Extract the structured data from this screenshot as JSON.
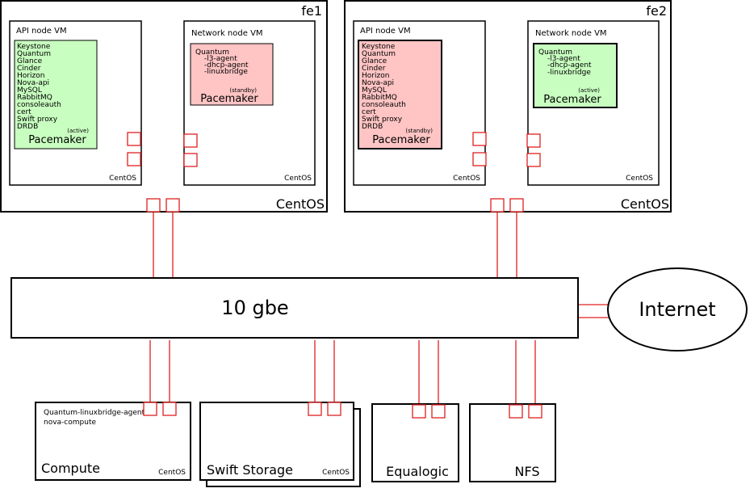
{
  "colors": {
    "active": "#c8ffc0",
    "standby": "#ffc4c4",
    "wire": "#e02020"
  },
  "fe1": {
    "title": "fe1",
    "os": "CentOS",
    "api_vm": {
      "title": "API node VM",
      "os": "CentOS",
      "services": [
        "Keystone",
        "Quantum",
        "Glance",
        "Cinder",
        "Horizon",
        "Nova-api",
        "MySQL",
        "RabbitMQ",
        "consoleauth",
        "cert",
        "Swift proxy",
        "DRDB"
      ],
      "state": "(active)",
      "pacemaker": "Pacemaker"
    },
    "net_vm": {
      "title": "Network node VM",
      "os": "CentOS",
      "services": [
        "Quantum",
        "-l3-agent",
        "-dhcp-agent",
        "-linuxbridge"
      ],
      "state": "(standby)",
      "pacemaker": "Pacemaker"
    }
  },
  "fe2": {
    "title": "fe2",
    "os": "CentOS",
    "api_vm": {
      "title": "API node VM",
      "os": "CentOS",
      "services": [
        "Keystone",
        "Quantum",
        "Glance",
        "Cinder",
        "Horizon",
        "Nova-api",
        "MySQL",
        "RabbitMQ",
        "consoleauth",
        "cert",
        "Swift proxy",
        "DRDB"
      ],
      "state": "(standby)",
      "pacemaker": "Pacemaker"
    },
    "net_vm": {
      "title": "Network node VM",
      "os": "CentOS",
      "services": [
        "Quantum",
        "-l3-agent",
        "-dhcp-agent",
        "-linuxbridge"
      ],
      "state": "(active)",
      "pacemaker": "Pacemaker"
    }
  },
  "switch": {
    "label": "10 gbe"
  },
  "internet": {
    "label": "Internet"
  },
  "compute": {
    "label": "Compute",
    "os": "CentOS",
    "services": [
      "Quantum-linuxbridge-agent",
      "nova-compute"
    ]
  },
  "swift": {
    "label": "Swift Storage",
    "os": "CentOS"
  },
  "equalogic": {
    "label": "Equalogic"
  },
  "nfs": {
    "label": "NFS"
  }
}
